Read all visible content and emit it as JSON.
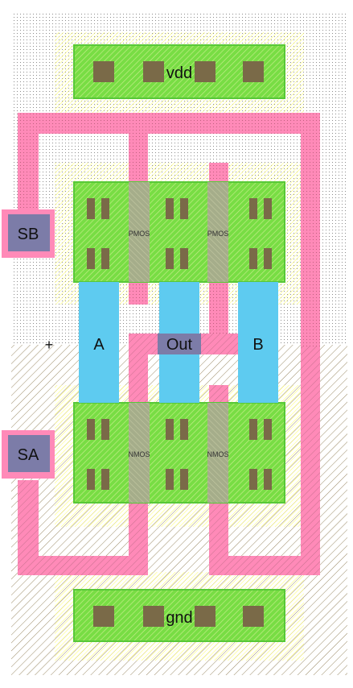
{
  "diagram": {
    "supply_label": "vdd",
    "ground_label": "gnd",
    "pmos_labels": [
      "PMOS",
      "PMOS"
    ],
    "nmos_labels": [
      "NMOS",
      "NMOS"
    ],
    "input_a_label": "A",
    "input_b_label": "B",
    "output_label": "Out",
    "select_b_label": "SB",
    "select_a_label": "SA",
    "origin_marker": "+"
  },
  "colors": {
    "nwell_dots": "#9a9a9a",
    "pwell_hatch": "#9a8a66",
    "diffusion": "#7cd94a",
    "diffusion_edge": "#58c838",
    "metal1": "#ff8ab8",
    "metal2": "#5ecbf0",
    "poly": "#9aa58a",
    "contact": "#7a6a48",
    "via_pad": "#7c7ca8",
    "select_outline": "#ffff66"
  }
}
